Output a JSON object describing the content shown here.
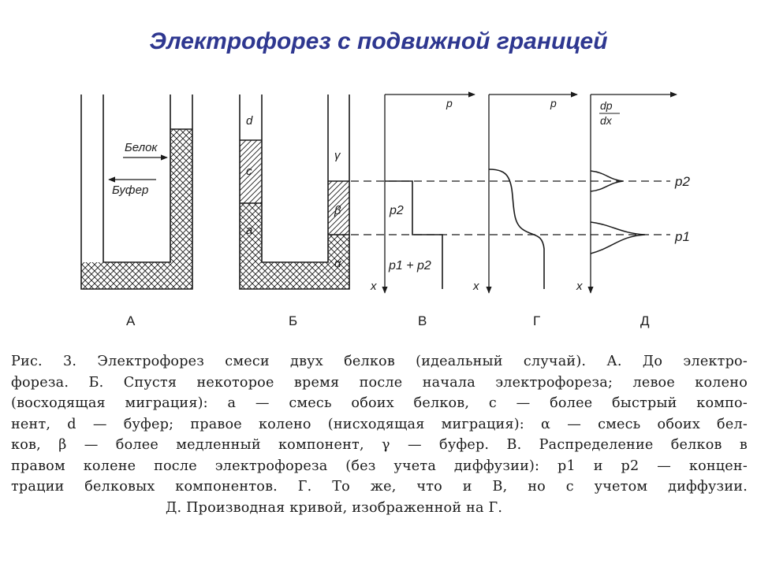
{
  "title": "Электрофорез с подвижной границей",
  "panels": {
    "A": {
      "label": "А",
      "arrow_top": "Белок",
      "arrow_bottom": "Буфер"
    },
    "B": {
      "label": "Б",
      "left_zones": [
        "d",
        "c",
        "a"
      ],
      "right_zones": [
        "γ",
        "β",
        "α"
      ]
    },
    "V": {
      "label": "В",
      "axis_p": "p",
      "axis_x": "x",
      "step_upper": "p2",
      "step_lower": "p1 + p2"
    },
    "G": {
      "label": "Г",
      "axis_p": "p",
      "axis_x": "x"
    },
    "D": {
      "label": "Д",
      "axis_num": "dp",
      "axis_den": "dx",
      "axis_x": "x",
      "peak_upper": "p2",
      "peak_lower": "p1"
    }
  },
  "colors": {
    "title": "#2e3790",
    "ink": "#1b1b1b"
  },
  "caption": [
    "Рис. 3. Электрофорез смеси двух белков (идеальный случай). А. До электро-",
    "фореза. Б. Спустя некоторое время после начала электрофореза; левое колено",
    "(восходящая миграция): a — смесь обоих белков, c — более быстрый компо-",
    "нент, d — буфер; правое колено (нисходящая миграция): α — смесь обоих бел-",
    "ков, β — более медленный компонент, γ — буфер. В. Распределение белков в",
    "правом колене после электрофореза (без учета диффузии): p1 и p2 — концен-",
    "трации белковых компонентов. Г. То же, что и В, но с учетом диффузии.",
    "Д. Производная кривой, изображенной на Г."
  ]
}
